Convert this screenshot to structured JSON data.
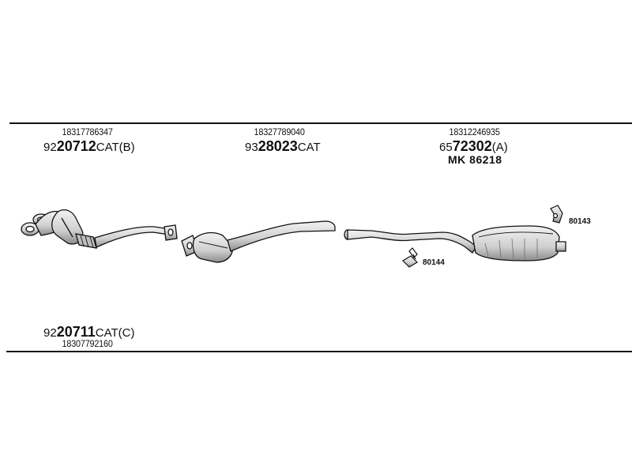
{
  "top_parts": [
    {
      "oe": "18317786347",
      "prefix": "92",
      "number": "20712",
      "suffix": "CAT(B)"
    },
    {
      "oe": "18327789040",
      "prefix": "93",
      "number": "28023",
      "suffix": "CAT"
    },
    {
      "oe": "18312246935",
      "prefix": "65",
      "number": "72302",
      "suffix": "(A)"
    }
  ],
  "mount_kit": "MK  86218",
  "hardware": {
    "left_label": "80144",
    "right_label": "80143"
  },
  "bottom_part": {
    "prefix": "92",
    "number": "20711",
    "suffix": "CAT(C)",
    "oe": "18307792160"
  },
  "colors": {
    "line": "#111111",
    "component_fill": "#d8d8d8",
    "component_shade": "#9a9a9a"
  }
}
